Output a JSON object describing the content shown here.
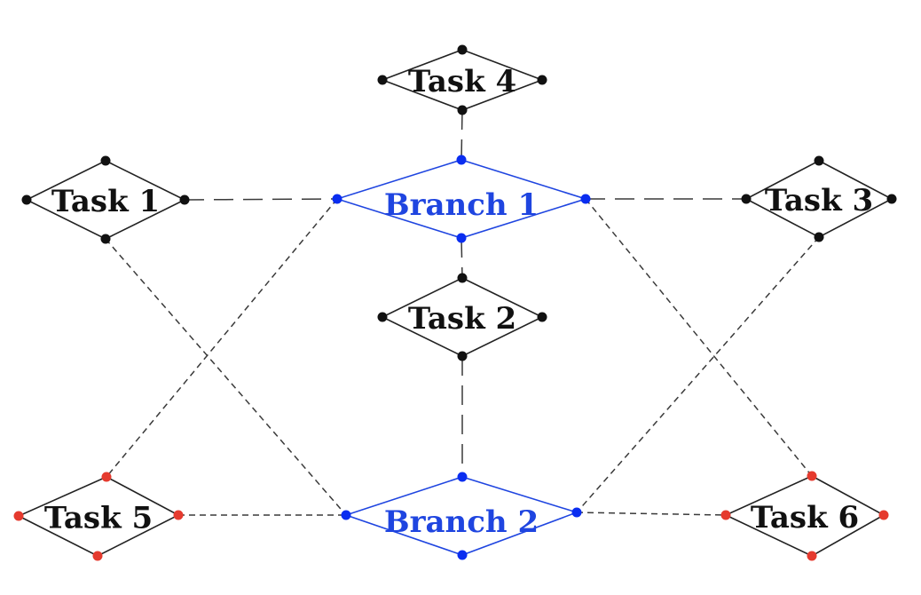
{
  "colors": {
    "task": "#222222",
    "branch": "#1f45e0",
    "red_dot": "#e53a2e",
    "black_dot": "#111111",
    "blue_dot": "#0a2df0"
  },
  "nodes": [
    {
      "id": "task4",
      "label": "Task 4",
      "kind": "task"
    },
    {
      "id": "task1",
      "label": "Task 1",
      "kind": "task"
    },
    {
      "id": "branch1",
      "label": "Branch 1",
      "kind": "branch"
    },
    {
      "id": "task3",
      "label": "Task 3",
      "kind": "task"
    },
    {
      "id": "task2",
      "label": "Task 2",
      "kind": "task"
    },
    {
      "id": "task5",
      "label": "Task 5",
      "kind": "task-red"
    },
    {
      "id": "branch2",
      "label": "Branch 2",
      "kind": "branch"
    },
    {
      "id": "task6",
      "label": "Task 6",
      "kind": "task-red"
    }
  ],
  "edges": [
    {
      "from": "task4",
      "to": "branch1",
      "style": "long"
    },
    {
      "from": "task1",
      "to": "branch1",
      "style": "long"
    },
    {
      "from": "branch1",
      "to": "task3",
      "style": "long"
    },
    {
      "from": "branch1",
      "to": "task2",
      "style": "long"
    },
    {
      "from": "task2",
      "to": "branch2",
      "style": "long"
    },
    {
      "from": "task1",
      "to": "branch2",
      "style": "short"
    },
    {
      "from": "branch1",
      "to": "task5",
      "style": "short"
    },
    {
      "from": "branch1",
      "to": "task6",
      "style": "short"
    },
    {
      "from": "task3",
      "to": "branch2",
      "style": "short"
    },
    {
      "from": "task5",
      "to": "branch2",
      "style": "short"
    },
    {
      "from": "branch2",
      "to": "task6",
      "style": "short"
    }
  ]
}
